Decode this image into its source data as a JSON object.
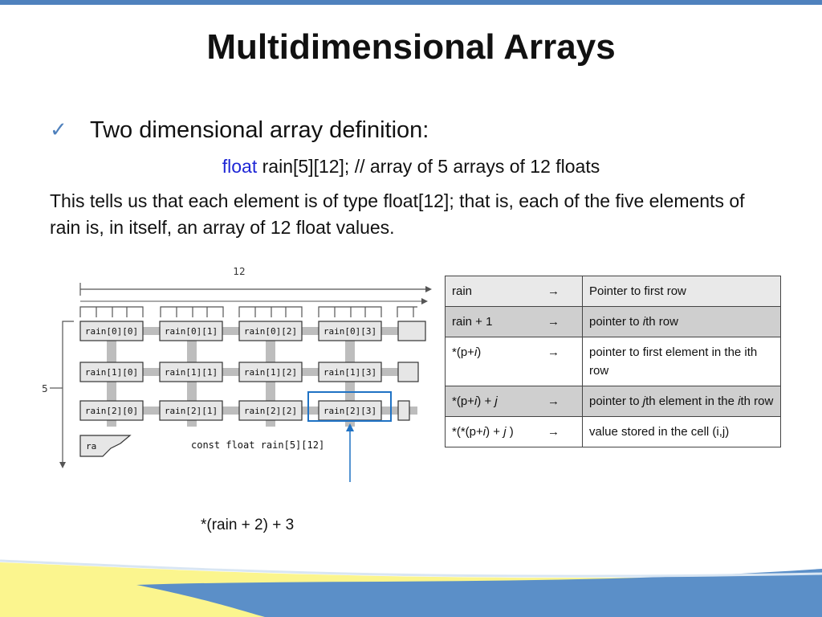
{
  "title": "Multidimensional Arrays",
  "bullet": {
    "icon": "checkmark",
    "text": "Two dimensional array definition:"
  },
  "code": {
    "keyword": "float",
    "rest": " rain[5][12]; // array of 5 arrays of 12 floats"
  },
  "paragraph": "This tells us that each element is of type float[12]; that is, each of the five elements of rain is, in itself, an array of 12 float values.",
  "diagram": {
    "dim_cols": "12",
    "dim_rows": "5",
    "cells": [
      [
        "rain[0][0]",
        "rain[0][1]",
        "rain[0][2]",
        "rain[0][3]"
      ],
      [
        "rain[1][0]",
        "rain[1][1]",
        "rain[1][2]",
        "rain[1][3]"
      ],
      [
        "rain[2][0]",
        "rain[2][1]",
        "rain[2][2]",
        "rain[2][3]"
      ]
    ],
    "partial_label": "ra",
    "caption": "const float rain[5][12]"
  },
  "annotation": "*(rain + 2) + 3",
  "table": {
    "rows": [
      {
        "expr": "rain",
        "desc": "Pointer to first row"
      },
      {
        "expr": "rain + 1",
        "desc": "pointer to ith row"
      },
      {
        "expr": "*(p+i)",
        "desc": "pointer to first element in the ith row"
      },
      {
        "expr": "*(p+i) + j",
        "desc": "pointer to jth element in the ith row"
      },
      {
        "expr": "*(*(p+i) + j )",
        "desc": "value stored in the cell (i,j)"
      }
    ],
    "arrow": "→"
  },
  "colors": {
    "accent": "#4f81bd",
    "keyword": "#1f27d6",
    "highlight": "#1f72c4",
    "wave_yellow": "#fbf58e",
    "wave_blue": "#5b8fc8"
  }
}
